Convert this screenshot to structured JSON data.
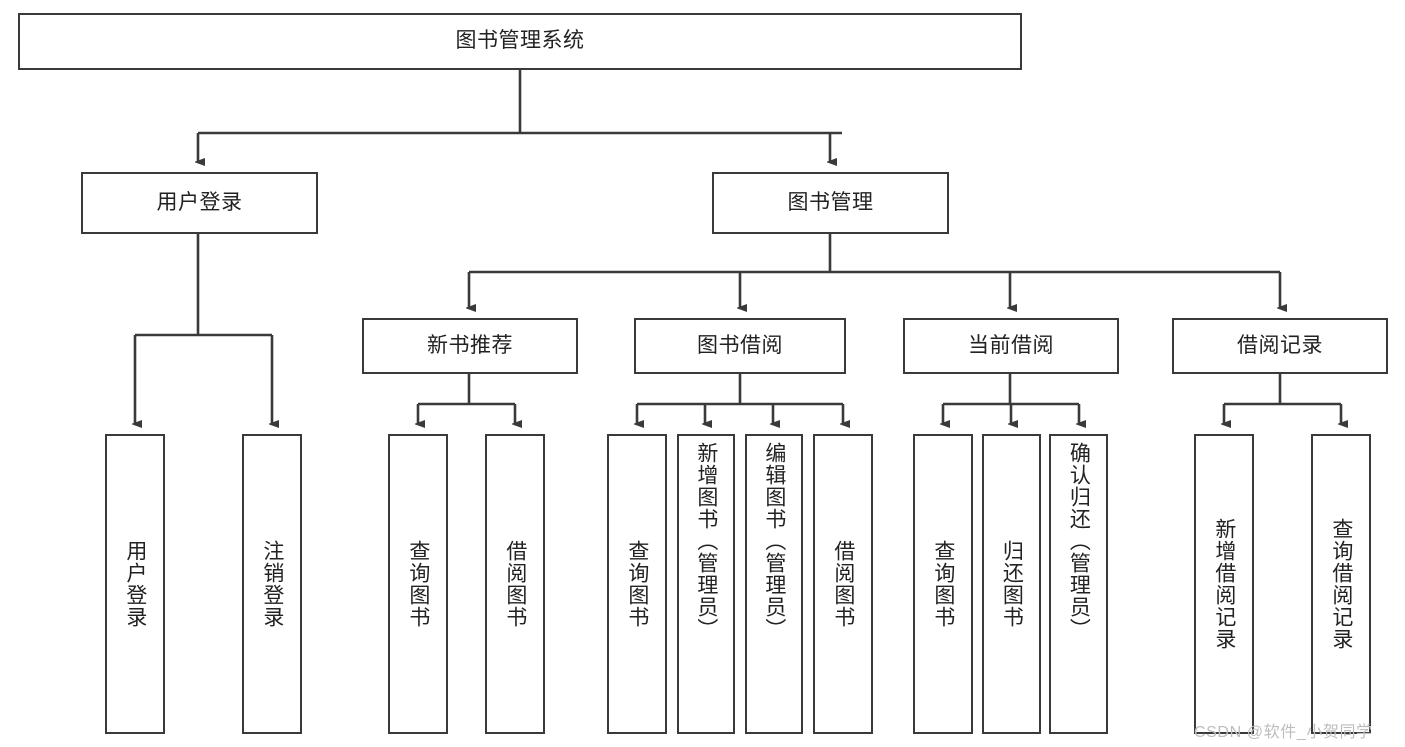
{
  "diagram": {
    "title": "图书管理系统",
    "type": "tree-hierarchy-chart",
    "watermark": "CSDN @软件_小贺同学",
    "colors": {
      "box_border": "#3a3a3a",
      "box_fill": "#ffffff",
      "edge": "#3a3a3a",
      "text": "#222222",
      "watermark": "#bdbdbd"
    },
    "levels": {
      "root": {
        "label": "图书管理系统"
      },
      "level2": [
        {
          "label": "用户登录"
        },
        {
          "label": "图书管理"
        }
      ],
      "level3": [
        {
          "label": "新书推荐"
        },
        {
          "label": "图书借阅"
        },
        {
          "label": "当前借阅"
        },
        {
          "label": "借阅记录"
        }
      ],
      "leaves": {
        "user_login": [
          {
            "label": "用户登录"
          },
          {
            "label": "注销登录"
          }
        ],
        "new_book_recommend": [
          {
            "label": "查询图书"
          },
          {
            "label": "借阅图书"
          }
        ],
        "book_borrow": [
          {
            "label": "查询图书"
          },
          {
            "label": "新增图书（管理员）"
          },
          {
            "label": "编辑图书（管理员）"
          },
          {
            "label": "借阅图书"
          }
        ],
        "current_borrow": [
          {
            "label": "查询图书"
          },
          {
            "label": "归还图书"
          },
          {
            "label": "确认归还（管理员）"
          }
        ],
        "borrow_record": [
          {
            "label": "新增借阅记录"
          },
          {
            "label": "查询借阅记录"
          }
        ]
      }
    }
  }
}
